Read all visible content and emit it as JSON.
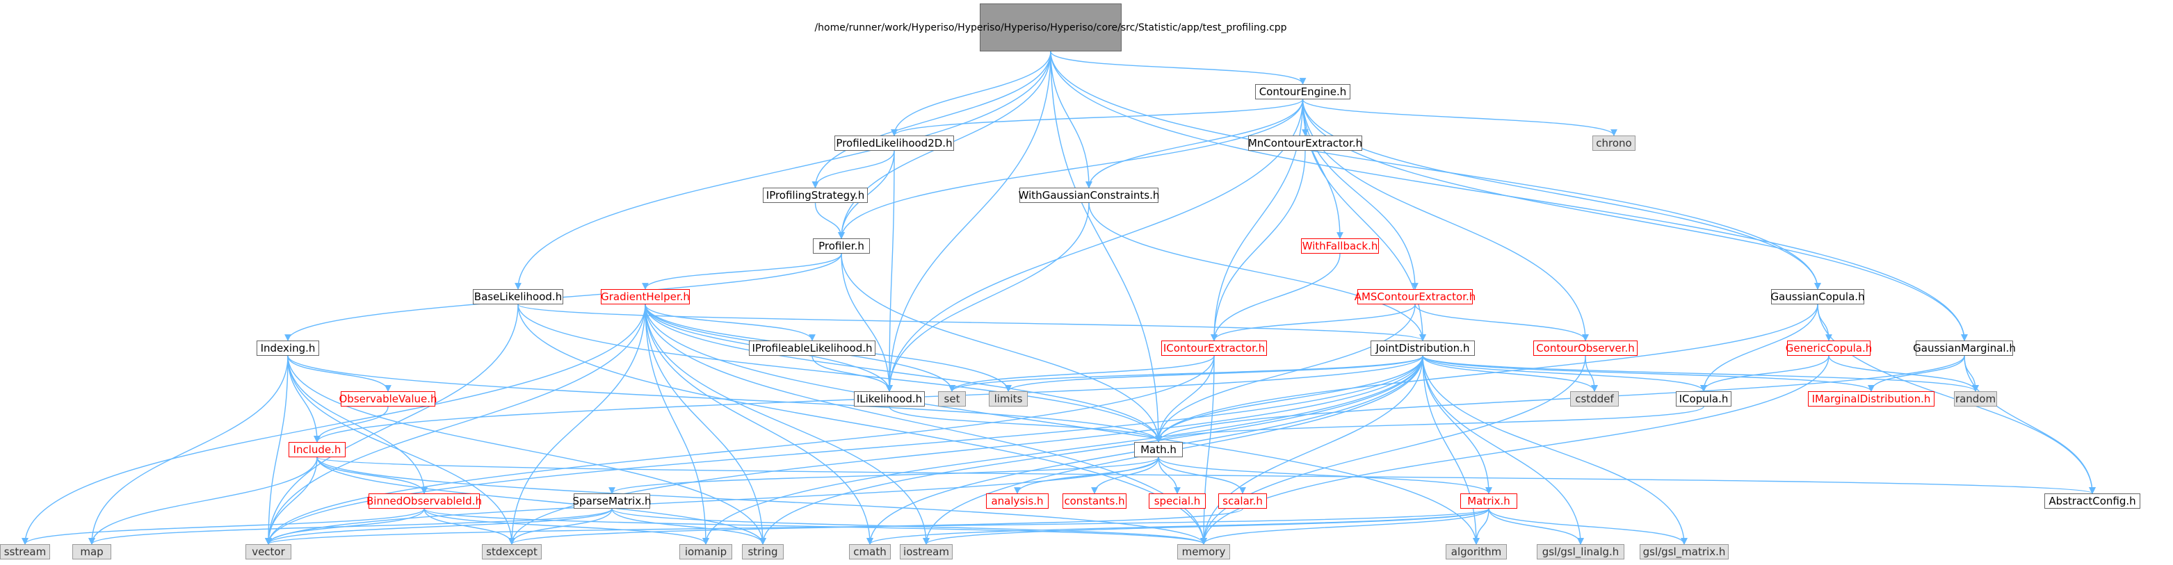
{
  "diagram": {
    "type": "include-dependency-graph",
    "edge_color": "#63b8ff",
    "nodes": [
      {
        "id": "root",
        "label": "/home/runner/work/Hyperiso/Hyperiso/Hyperiso/Hyperiso/core/src/Statistic/app/test_profiling.cpp",
        "style": "root"
      },
      {
        "id": "contourengine",
        "label": "ContourEngine.h",
        "style": "normal"
      },
      {
        "id": "profiledlikelihood2d",
        "label": "ProfiledLikelihood2D.h",
        "style": "normal"
      },
      {
        "id": "mncontourextractor",
        "label": "MnContourExtractor.h",
        "style": "normal"
      },
      {
        "id": "chrono",
        "label": "chrono",
        "style": "gray"
      },
      {
        "id": "iprofilingstrategy",
        "label": "IProfilingStrategy.h",
        "style": "normal"
      },
      {
        "id": "withgaussianconstraints",
        "label": "WithGaussianConstraints.h",
        "style": "normal"
      },
      {
        "id": "profiler",
        "label": "Profiler.h",
        "style": "normal"
      },
      {
        "id": "withfallback",
        "label": "WithFallback.h",
        "style": "red"
      },
      {
        "id": "baselikelihood",
        "label": "BaseLikelihood.h",
        "style": "normal"
      },
      {
        "id": "gradienthelper",
        "label": "GradientHelper.h",
        "style": "red"
      },
      {
        "id": "amscontourextractor",
        "label": "AMSContourExtractor.h",
        "style": "red"
      },
      {
        "id": "gaussiancopula",
        "label": "GaussianCopula.h",
        "style": "normal"
      },
      {
        "id": "indexing",
        "label": "Indexing.h",
        "style": "normal"
      },
      {
        "id": "iprofileablelikelihood",
        "label": "IProfileableLikelihood.h",
        "style": "normal"
      },
      {
        "id": "icontourextractor",
        "label": "IContourExtractor.h",
        "style": "red"
      },
      {
        "id": "jointdistribution",
        "label": "JointDistribution.h",
        "style": "normal"
      },
      {
        "id": "contourobserver",
        "label": "ContourObserver.h",
        "style": "red"
      },
      {
        "id": "genericcopula",
        "label": "GenericCopula.h",
        "style": "red"
      },
      {
        "id": "gaussianmarginal",
        "label": "GaussianMarginal.h",
        "style": "normal"
      },
      {
        "id": "observablevalue",
        "label": "ObservableValue.h",
        "style": "red"
      },
      {
        "id": "ilikelihood",
        "label": "ILikelihood.h",
        "style": "normal"
      },
      {
        "id": "set",
        "label": "set",
        "style": "gray"
      },
      {
        "id": "limits",
        "label": "limits",
        "style": "gray"
      },
      {
        "id": "cstddef",
        "label": "cstddef",
        "style": "gray"
      },
      {
        "id": "icopula",
        "label": "ICopula.h",
        "style": "normal"
      },
      {
        "id": "imarginaldistribution",
        "label": "IMarginalDistribution.h",
        "style": "red"
      },
      {
        "id": "random",
        "label": "random",
        "style": "gray"
      },
      {
        "id": "include",
        "label": "Include.h",
        "style": "red"
      },
      {
        "id": "math",
        "label": "Math.h",
        "style": "normal"
      },
      {
        "id": "binnedobservableid",
        "label": "BinnedObservableId.h",
        "style": "red"
      },
      {
        "id": "sparsematrix",
        "label": "SparseMatrix.h",
        "style": "normal"
      },
      {
        "id": "analysis",
        "label": "analysis.h",
        "style": "red"
      },
      {
        "id": "constants",
        "label": "constants.h",
        "style": "red"
      },
      {
        "id": "special",
        "label": "special.h",
        "style": "red"
      },
      {
        "id": "scalar",
        "label": "scalar.h",
        "style": "red"
      },
      {
        "id": "matrix",
        "label": "Matrix.h",
        "style": "red"
      },
      {
        "id": "abstractconfig",
        "label": "AbstractConfig.h",
        "style": "normal"
      },
      {
        "id": "sstream",
        "label": "sstream",
        "style": "gray"
      },
      {
        "id": "map",
        "label": "map",
        "style": "gray"
      },
      {
        "id": "vector",
        "label": "vector",
        "style": "gray"
      },
      {
        "id": "stdexcept",
        "label": "stdexcept",
        "style": "gray"
      },
      {
        "id": "iomanip",
        "label": "iomanip",
        "style": "gray"
      },
      {
        "id": "string",
        "label": "string",
        "style": "gray"
      },
      {
        "id": "cmath",
        "label": "cmath",
        "style": "gray"
      },
      {
        "id": "iostream",
        "label": "iostream",
        "style": "gray"
      },
      {
        "id": "memory",
        "label": "memory",
        "style": "gray"
      },
      {
        "id": "algorithm",
        "label": "algorithm",
        "style": "gray"
      },
      {
        "id": "gsllinalg",
        "label": "gsl/gsl_linalg.h",
        "style": "gray"
      },
      {
        "id": "gslmatrix",
        "label": "gsl/gsl_matrix.h",
        "style": "gray"
      }
    ],
    "edges": [
      [
        "root",
        "contourengine"
      ],
      [
        "root",
        "profiledlikelihood2d"
      ],
      [
        "root",
        "iprofilingstrategy"
      ],
      [
        "root",
        "withgaussianconstraints"
      ],
      [
        "root",
        "profiler"
      ],
      [
        "root",
        "baselikelihood"
      ],
      [
        "root",
        "ilikelihood"
      ],
      [
        "root",
        "gaussiancopula"
      ],
      [
        "root",
        "gaussianmarginal"
      ],
      [
        "root",
        "math"
      ],
      [
        "contourengine",
        "profiledlikelihood2d"
      ],
      [
        "contourengine",
        "mncontourextractor"
      ],
      [
        "contourengine",
        "chrono"
      ],
      [
        "contourengine",
        "withgaussianconstraints"
      ],
      [
        "contourengine",
        "profiler"
      ],
      [
        "contourengine",
        "withfallback"
      ],
      [
        "contourengine",
        "amscontourextractor"
      ],
      [
        "contourengine",
        "gaussiancopula"
      ],
      [
        "contourengine",
        "icontourextractor"
      ],
      [
        "contourengine",
        "jointdistribution"
      ],
      [
        "contourengine",
        "contourobserver"
      ],
      [
        "contourengine",
        "gaussianmarginal"
      ],
      [
        "contourengine",
        "ilikelihood"
      ],
      [
        "profiledlikelihood2d",
        "iprofilingstrategy"
      ],
      [
        "profiledlikelihood2d",
        "profiler"
      ],
      [
        "profiledlikelihood2d",
        "ilikelihood"
      ],
      [
        "iprofilingstrategy",
        "profiler"
      ],
      [
        "mncontourextractor",
        "icontourextractor"
      ],
      [
        "withgaussianconstraints",
        "ilikelihood"
      ],
      [
        "withgaussianconstraints",
        "jointdistribution"
      ],
      [
        "withfallback",
        "icontourextractor"
      ],
      [
        "profiler",
        "indexing"
      ],
      [
        "profiler",
        "gradienthelper"
      ],
      [
        "profiler",
        "ilikelihood"
      ],
      [
        "profiler",
        "math"
      ],
      [
        "baselikelihood",
        "jointdistribution"
      ],
      [
        "baselikelihood",
        "math"
      ],
      [
        "baselikelihood",
        "vector"
      ],
      [
        "baselikelihood",
        "memory"
      ],
      [
        "gradienthelper",
        "iprofileablelikelihood"
      ],
      [
        "gradienthelper",
        "ilikelihood"
      ],
      [
        "gradienthelper",
        "math"
      ],
      [
        "gradienthelper",
        "limits"
      ],
      [
        "gradienthelper",
        "set"
      ],
      [
        "gradienthelper",
        "vector"
      ],
      [
        "gradienthelper",
        "stdexcept"
      ],
      [
        "gradienthelper",
        "iomanip"
      ],
      [
        "gradienthelper",
        "string"
      ],
      [
        "gradienthelper",
        "cmath"
      ],
      [
        "gradienthelper",
        "iostream"
      ],
      [
        "gradienthelper",
        "memory"
      ],
      [
        "gradienthelper",
        "algorithm"
      ],
      [
        "gradienthelper",
        "sstream"
      ],
      [
        "amscontourextractor",
        "icontourextractor"
      ],
      [
        "amscontourextractor",
        "contourobserver"
      ],
      [
        "amscontourextractor",
        "math"
      ],
      [
        "gaussiancopula",
        "icopula"
      ],
      [
        "gaussiancopula",
        "genericcopula"
      ],
      [
        "gaussiancopula",
        "math"
      ],
      [
        "gaussiancopula",
        "abstractconfig"
      ],
      [
        "indexing",
        "observablevalue"
      ],
      [
        "indexing",
        "include"
      ],
      [
        "indexing",
        "binnedobservableid"
      ],
      [
        "indexing",
        "math"
      ],
      [
        "indexing",
        "vector"
      ],
      [
        "indexing",
        "map"
      ],
      [
        "indexing",
        "stdexcept"
      ],
      [
        "indexing",
        "string"
      ],
      [
        "iprofileablelikelihood",
        "ilikelihood"
      ],
      [
        "icontourextractor",
        "math"
      ],
      [
        "icontourextractor",
        "set"
      ],
      [
        "icontourextractor",
        "vector"
      ],
      [
        "icontourextractor",
        "memory"
      ],
      [
        "jointdistribution",
        "icopula"
      ],
      [
        "jointdistribution",
        "imarginaldistribution"
      ],
      [
        "jointdistribution",
        "random"
      ],
      [
        "jointdistribution",
        "cstddef"
      ],
      [
        "jointdistribution",
        "math"
      ],
      [
        "jointdistribution",
        "include"
      ],
      [
        "jointdistribution",
        "matrix"
      ],
      [
        "jointdistribution",
        "set"
      ],
      [
        "jointdistribution",
        "limits"
      ],
      [
        "jointdistribution",
        "vector"
      ],
      [
        "jointdistribution",
        "stdexcept"
      ],
      [
        "jointdistribution",
        "iomanip"
      ],
      [
        "jointdistribution",
        "string"
      ],
      [
        "jointdistribution",
        "cmath"
      ],
      [
        "jointdistribution",
        "iostream"
      ],
      [
        "jointdistribution",
        "memory"
      ],
      [
        "jointdistribution",
        "algorithm"
      ],
      [
        "jointdistribution",
        "gsllinalg"
      ],
      [
        "jointdistribution",
        "gslmatrix"
      ],
      [
        "contourobserver",
        "cstddef"
      ],
      [
        "contourobserver",
        "memory"
      ],
      [
        "genericcopula",
        "icopula"
      ],
      [
        "genericcopula",
        "random"
      ],
      [
        "genericcopula",
        "memory"
      ],
      [
        "gaussianmarginal",
        "imarginaldistribution"
      ],
      [
        "gaussianmarginal",
        "random"
      ],
      [
        "gaussianmarginal",
        "math"
      ],
      [
        "gaussianmarginal",
        "abstractconfig"
      ],
      [
        "observablevalue",
        "include"
      ],
      [
        "ilikelihood",
        "math"
      ],
      [
        "icopula",
        "math"
      ],
      [
        "include",
        "binnedobservableid"
      ],
      [
        "include",
        "abstractconfig"
      ],
      [
        "include",
        "vector"
      ],
      [
        "include",
        "map"
      ],
      [
        "include",
        "string"
      ],
      [
        "include",
        "memory"
      ],
      [
        "math",
        "sparsematrix"
      ],
      [
        "math",
        "analysis"
      ],
      [
        "math",
        "constants"
      ],
      [
        "math",
        "special"
      ],
      [
        "math",
        "scalar"
      ],
      [
        "math",
        "matrix"
      ],
      [
        "math",
        "vector"
      ],
      [
        "binnedobservableid",
        "vector"
      ],
      [
        "binnedobservableid",
        "stdexcept"
      ],
      [
        "binnedobservableid",
        "iomanip"
      ],
      [
        "binnedobservableid",
        "sstream"
      ],
      [
        "binnedobservableid",
        "memory"
      ],
      [
        "sparsematrix",
        "vector"
      ],
      [
        "sparsematrix",
        "map"
      ],
      [
        "sparsematrix",
        "stdexcept"
      ],
      [
        "sparsematrix",
        "string"
      ],
      [
        "sparsematrix",
        "memory"
      ],
      [
        "scalar",
        "stdexcept"
      ],
      [
        "matrix",
        "vector"
      ],
      [
        "matrix",
        "cmath"
      ],
      [
        "matrix",
        "algorithm"
      ],
      [
        "matrix",
        "gsllinalg"
      ],
      [
        "matrix",
        "gslmatrix"
      ],
      [
        "matrix",
        "iostream"
      ],
      [
        "matrix",
        "memory"
      ]
    ]
  }
}
